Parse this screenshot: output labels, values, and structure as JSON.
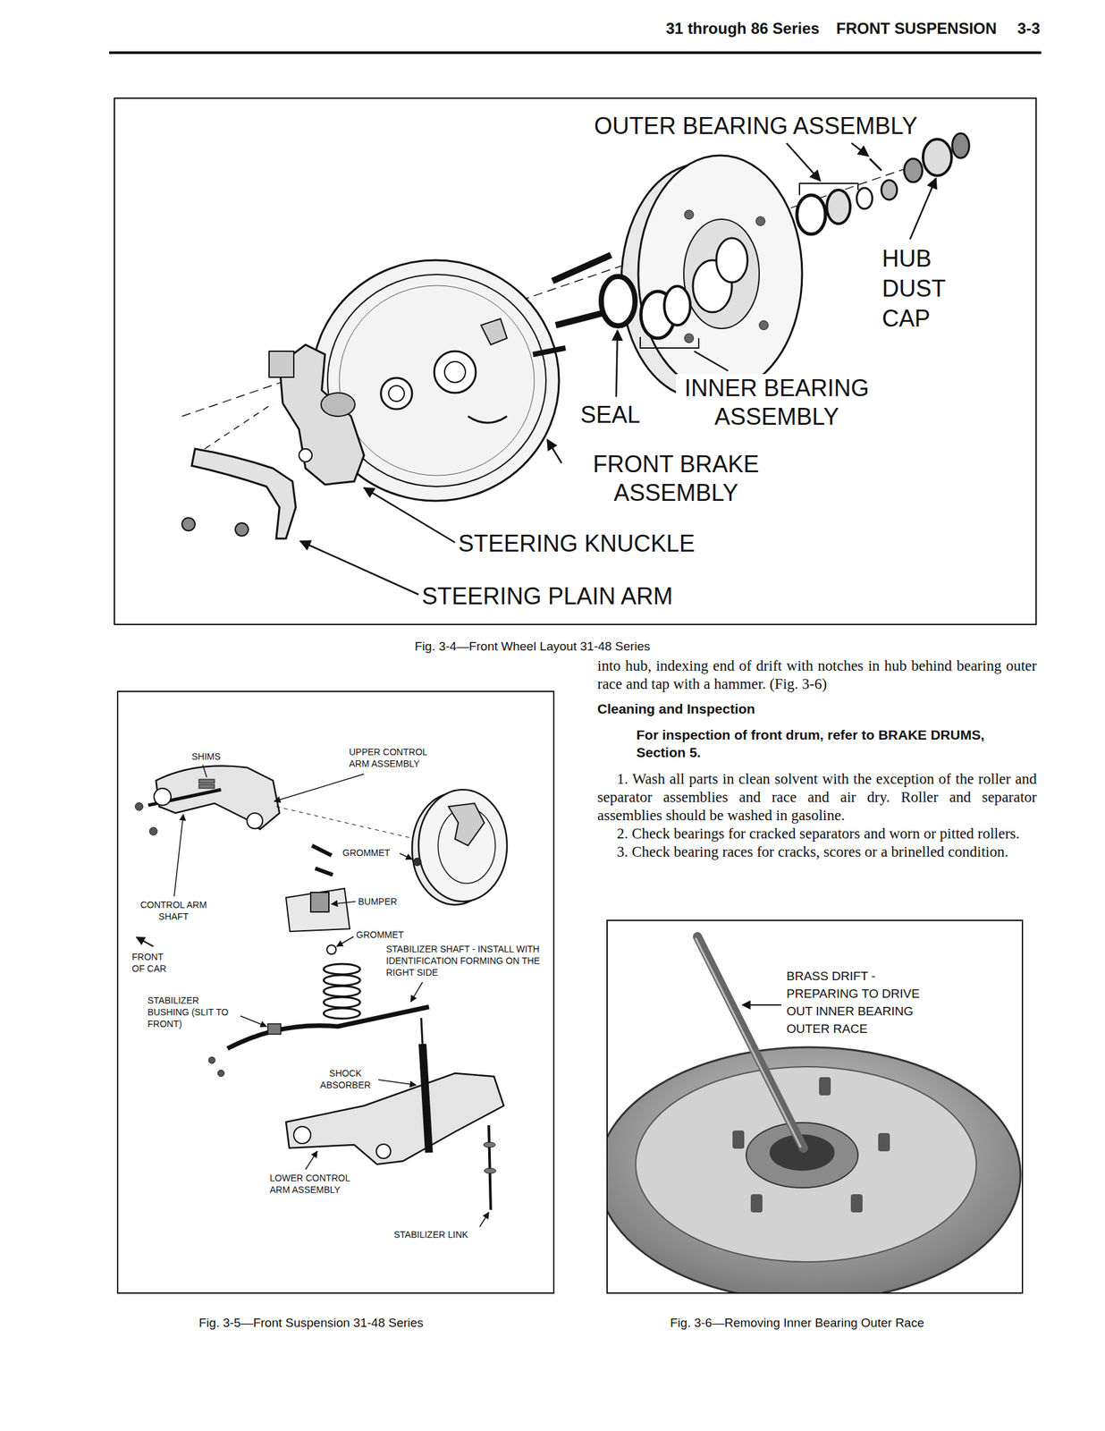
{
  "diagram": {
    "nodes": [
      {
        "text": [
          "OUTER BEARING ASSEMBLY",
          "HUB DUST CAP",
          "SEAL",
          "INNER BEARING ASSEMBLY",
          "FRONT BRAKE ASSEMBLY",
          "STEERING KNUCKLE",
          "STEERING PLAIN ARM",
          "Fig. 3-4—Front Wheel Layout 31-48 Series"
        ]
      },
      {
        "text": [
          "SHIMS",
          "UPPER CONTROL ARM ASSEMBLY",
          "GROMMET",
          "CONTROL ARM SHAFT",
          "BUMPER",
          "GROMMET",
          "STABILIZER SHAFT - INSTALL WITH IDENTIFICATION FORMING ON THE RIGHT SIDE",
          "FRONT OF CAR",
          "STABILIZER BUSHING (SLIT TO FRONT)",
          "SHOCK ABSORBER",
          "LOWER CONTROL ARM ASSEMBLY",
          "STABILIZER LINK",
          "Fig. 3-5—Front Suspension 31-48 Series"
        ]
      },
      {
        "text": [
          "BRASS DRIFT - PREPARING TO DRIVE OUT INNER BEARING OUTER RACE",
          "Fig. 3-6—Removing Inner Bearing Outer Race"
        ]
      }
    ],
    "labels": [
      "31 through 86 Series",
      "FRONT SUSPENSION",
      "3-3",
      "into hub, indexing end of drift with notches in hub behind bearing outer race and tap with a hammer. (Fig. 3-6)",
      "Cleaning and Inspection",
      "For inspection of front drum, refer to BRAKE DRUMS, Section 5.",
      "1. Wash all parts in clean solvent with the exception of the roller and separator assemblies and race and air dry. Roller and separator assemblies should be washed in gasoline.",
      "2. Check bearings for cracked separators and worn or pitted rollers.",
      "3. Check bearing races for cracks, scores or a brinelled condition."
    ]
  }
}
